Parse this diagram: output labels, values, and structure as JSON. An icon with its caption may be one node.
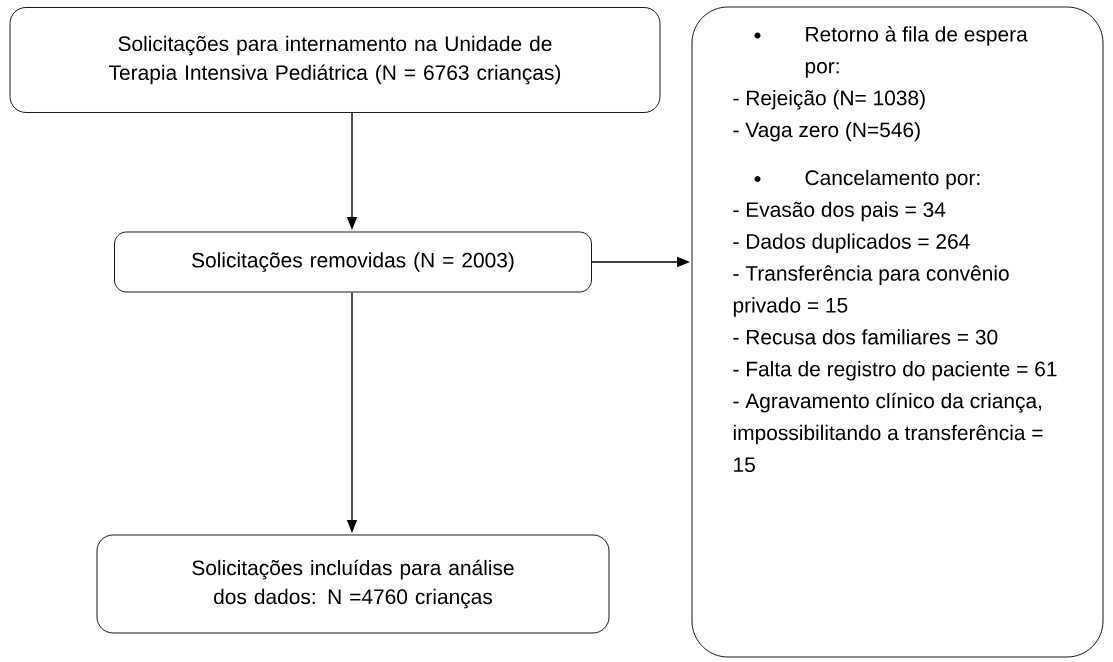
{
  "diagram": {
    "nodes": [
      {
        "text": [
          "Solicitações para internamento na Unidade de Terapia Intensiva Pediátrica (N = 6763 crianças)"
        ]
      },
      {
        "text": [
          "Solicitações removidas (N = 2003)"
        ]
      },
      {
        "text": [
          "Solicitações incluídas para análise dos dados: N =4760 crianças"
        ]
      },
      {
        "text": [
          "Retorno à fila de espera por:",
          "- Rejeição (N= 1038)",
          "- Vaga zero (N=546)",
          "Cancelamento por:",
          "- Evasão dos pais = 34",
          "- Dados duplicados = 264",
          "- Transferência para convênio privado = 15",
          "- Recusa dos familiares = 30",
          "- Falta de registro do paciente = 61",
          "- Agravamento clínico da criança, impossibilitando a transferência = 15"
        ]
      }
    ],
    "edges": [
      {
        "from": 0,
        "to": 1,
        "arrow": "to"
      },
      {
        "from": 1,
        "to": 3,
        "arrow": "to"
      },
      {
        "from": 1,
        "to": 2,
        "arrow": "to"
      }
    ]
  }
}
